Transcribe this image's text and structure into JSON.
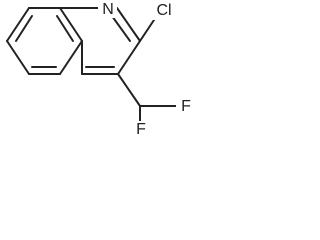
{
  "structure": {
    "atom_labels": {
      "nitrogen": "N",
      "chlorine": "Cl",
      "fluorine_top": "F",
      "fluorine_bottom": "F"
    }
  },
  "colors": {
    "bond": "#222222",
    "background": "#ffffff"
  }
}
